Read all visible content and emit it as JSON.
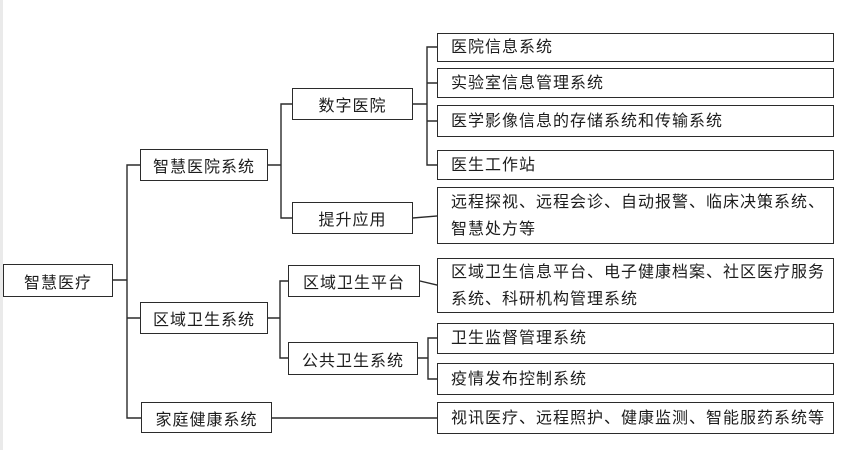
{
  "diagram": {
    "nodes": {
      "root": {
        "label": "智慧医疗"
      },
      "smart_hospital": {
        "label": "智慧医院系统"
      },
      "regional_health": {
        "label": "区域卫生系统"
      },
      "family_health": {
        "label": "家庭健康系统"
      },
      "digital_hospital": {
        "label": "数字医院"
      },
      "enhanced_apps": {
        "label": "提升应用"
      },
      "regional_platform": {
        "label": "区域卫生平台"
      },
      "public_health": {
        "label": "公共卫生系统"
      },
      "leaf_hospital_info": {
        "label": "医院信息系统"
      },
      "leaf_lab_info": {
        "label": "实验室信息管理系统"
      },
      "leaf_imaging": {
        "label": "医学影像信息的存储系统和传输系统"
      },
      "leaf_doctor_ws": {
        "label": "医生工作站"
      },
      "leaf_enhanced_list": {
        "label": "远程探视、远程会诊、自动报警、临床决策系统、智慧处方等"
      },
      "leaf_regional_list": {
        "label": "区域卫生信息平台、电子健康档案、社区医疗服务系统、科研机构管理系统"
      },
      "leaf_supervision": {
        "label": "卫生监督管理系统"
      },
      "leaf_epidemic": {
        "label": "疫情发布控制系统"
      },
      "leaf_family_list": {
        "label": "视讯医疗、远程照护、健康监测、智能服药系统等"
      }
    },
    "hierarchy": {
      "智慧医疗": {
        "智慧医院系统": {
          "数字医院": [
            "医院信息系统",
            "实验室信息管理系统",
            "医学影像信息的存储系统和传输系统",
            "医生工作站"
          ],
          "提升应用": [
            "远程探视、远程会诊、自动报警、临床决策系统、智慧处方等"
          ]
        },
        "区域卫生系统": {
          "区域卫生平台": [
            "区域卫生信息平台、电子健康档案、社区医疗服务系统、科研机构管理系统"
          ],
          "公共卫生系统": [
            "卫生监督管理系统",
            "疫情发布控制系统"
          ]
        },
        "家庭健康系统": [
          "视讯医疗、远程照护、健康监测、智能服药系统等"
        ]
      }
    },
    "colors": {
      "border": "#2b2b2b",
      "line": "#2b2b2b",
      "background": "#ffffff",
      "text": "#1c1c1c"
    }
  }
}
